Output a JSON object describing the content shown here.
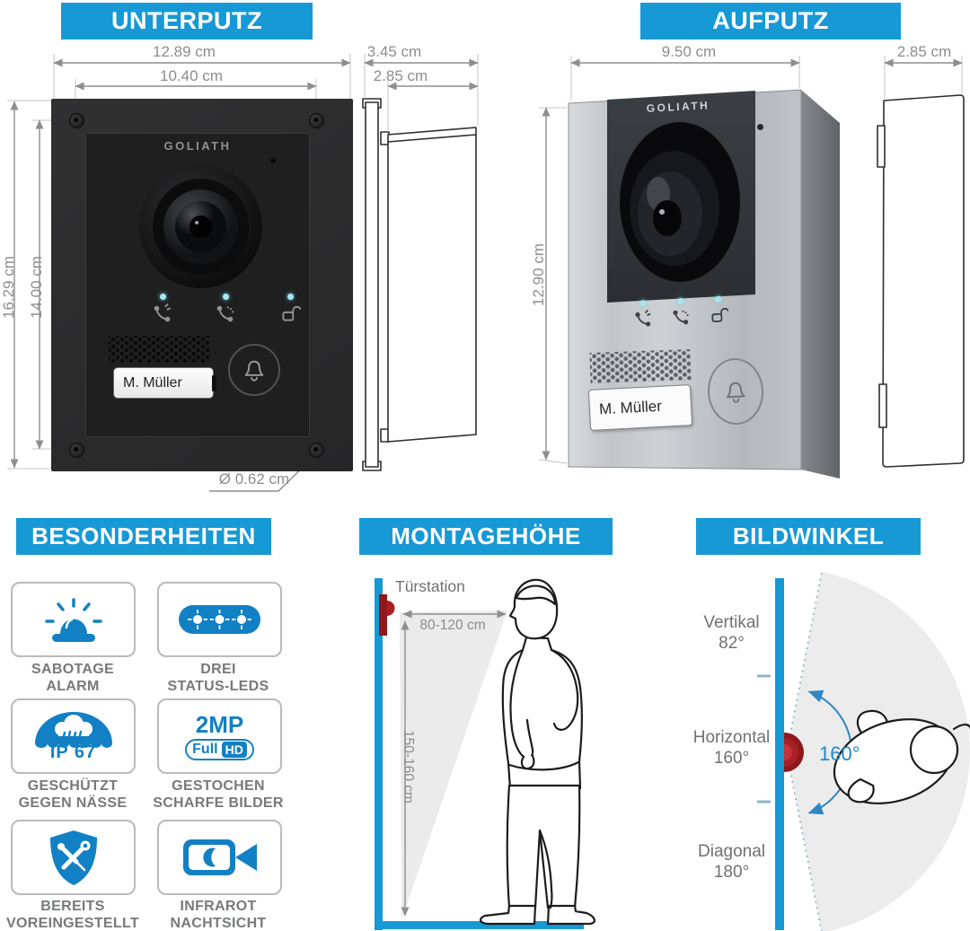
{
  "unterputz": {
    "title": "UNTERPUTZ",
    "brand": "GOLIATH",
    "nameplate": "M. Müller",
    "dim_outer_width": "12.89 cm",
    "dim_inner_width": "10.40 cm",
    "dim_outer_height": "16.29 cm",
    "dim_inner_height": "14.00 cm",
    "dim_screw": "Ø 0.62 cm",
    "dim_depth_total": "3.45 cm",
    "dim_depth_box": "2.85 cm"
  },
  "aufputz": {
    "title": "AUFPUTZ",
    "brand": "GOLIATH",
    "nameplate": "M. Müller",
    "dim_width": "9.50 cm",
    "dim_height": "12.90 cm",
    "dim_depth": "2.85 cm"
  },
  "besonderheiten": {
    "title": "BESONDERHEITEN",
    "features": [
      {
        "name": "sabotage-alarm",
        "line1": "SABOTAGE",
        "line2": "ALARM"
      },
      {
        "name": "drei-status-leds",
        "line1": "DREI",
        "line2": "STATUS-LEDS"
      },
      {
        "name": "ip67-wasserschutz",
        "badge": "IP 67",
        "line1": "GESCHÜTZT",
        "line2": "GEGEN NÄSSE"
      },
      {
        "name": "2mp-full-hd",
        "badge_mp": "2MP",
        "badge_full": "Full",
        "badge_hd": "HD",
        "line1": "GESTOCHEN",
        "line2": "SCHARFE BILDER"
      },
      {
        "name": "voreingestellt",
        "line1": "BEREITS",
        "line2": "VOREINGESTELLT"
      },
      {
        "name": "infrarot-nachtsicht",
        "line1": "INFRAROT",
        "line2": "NACHTSICHT"
      }
    ]
  },
  "montagehoehe": {
    "title": "MONTAGEHÖHE",
    "station": "Türstation",
    "distance": "80-120 cm",
    "height_range": "150-160 cm"
  },
  "bildwinkel": {
    "title": "BILDWINKEL",
    "vertikal_label": "Vertikal",
    "vertikal_value": "82°",
    "horizontal_label": "Horizontal",
    "horizontal_value": "160°",
    "diagonal_label": "Diagonal",
    "diagonal_value": "180°",
    "fan_value": "160°"
  },
  "colors": {
    "banner_blue": "#1799d6",
    "icon_blue": "#1280c4",
    "device_red": "#8f181d",
    "led_cyan": "#a9e6ee"
  }
}
